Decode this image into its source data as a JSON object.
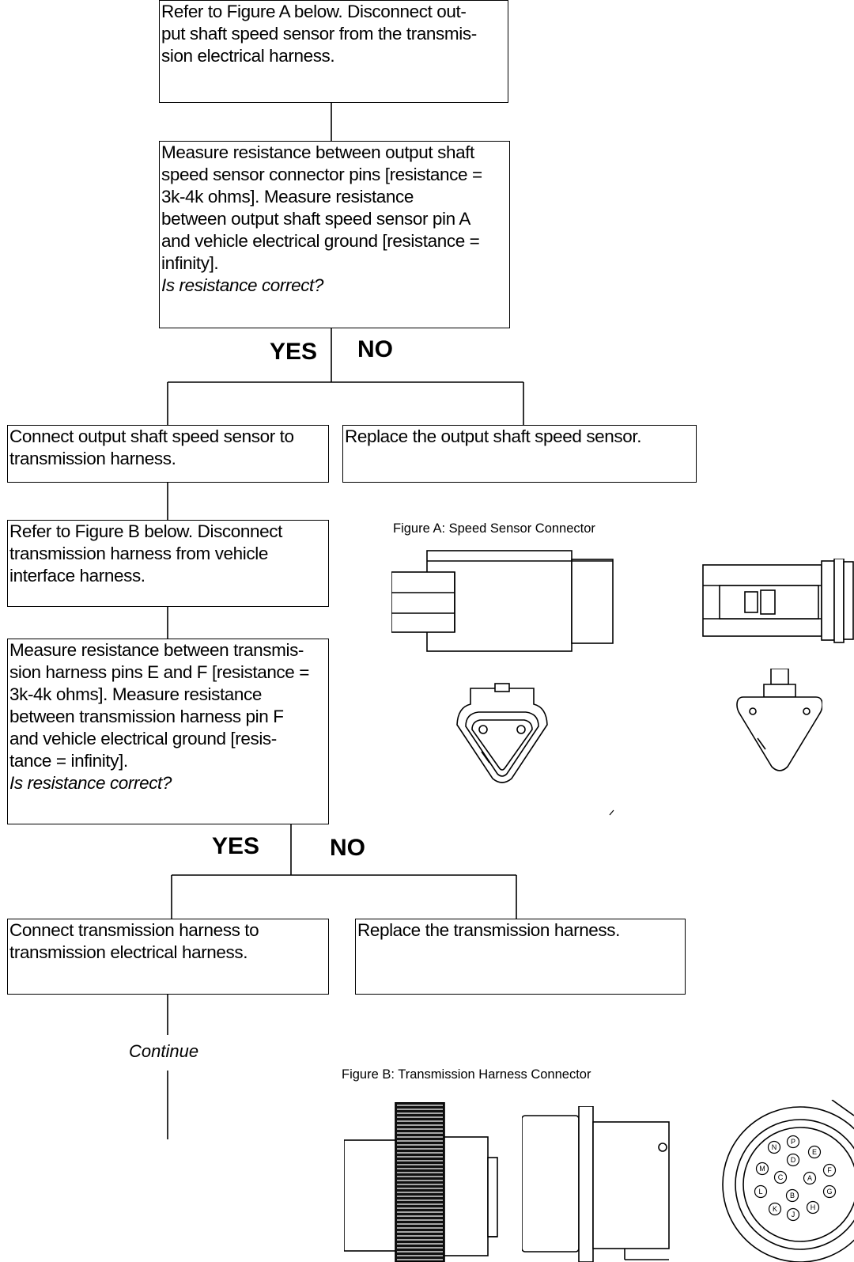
{
  "flow": {
    "box1": "Refer to Figure A below.  Disconnect out-\nput shaft speed sensor from the transmis-\nsion electrical harness.",
    "box2": "Measure resistance between output shaft\nspeed sensor connector pins [resistance =\n3k-4k ohms].  Measure resistance\nbetween output shaft speed sensor pin A\nand vehicle electrical ground [resistance =\ninfinity].",
    "box2_question": "Is resistance correct?",
    "yes1": "YES",
    "no1": "NO",
    "box3": "Connect output shaft speed sensor to\ntransmission harness.",
    "box4": "Replace the output shaft speed sensor.",
    "box5": "Refer to Figure B below.  Disconnect\ntransmission harness from vehicle\ninterface harness.",
    "box6": "Measure resistance between transmis-\nsion harness pins E and F [resistance =\n3k-4k ohms].  Measure resistance\nbetween transmission harness pin F\nand vehicle electrical ground [resis-\ntance = infinity].",
    "box6_question": "Is resistance correct?",
    "yes2": "YES",
    "no2": "NO",
    "box7": "Connect transmission harness to\ntransmission electrical harness.",
    "box8": "Replace the transmission harness.",
    "continue": "Continue"
  },
  "figures": {
    "figure_a_caption": "Figure A:  Speed Sensor Connector",
    "figure_b_caption": "Figure B:  Transmission Harness Connector",
    "pins_b": [
      "P",
      "N",
      "D",
      "E",
      "M",
      "F",
      "C",
      "A",
      "L",
      "G",
      "B",
      "K",
      "H",
      "J"
    ]
  }
}
